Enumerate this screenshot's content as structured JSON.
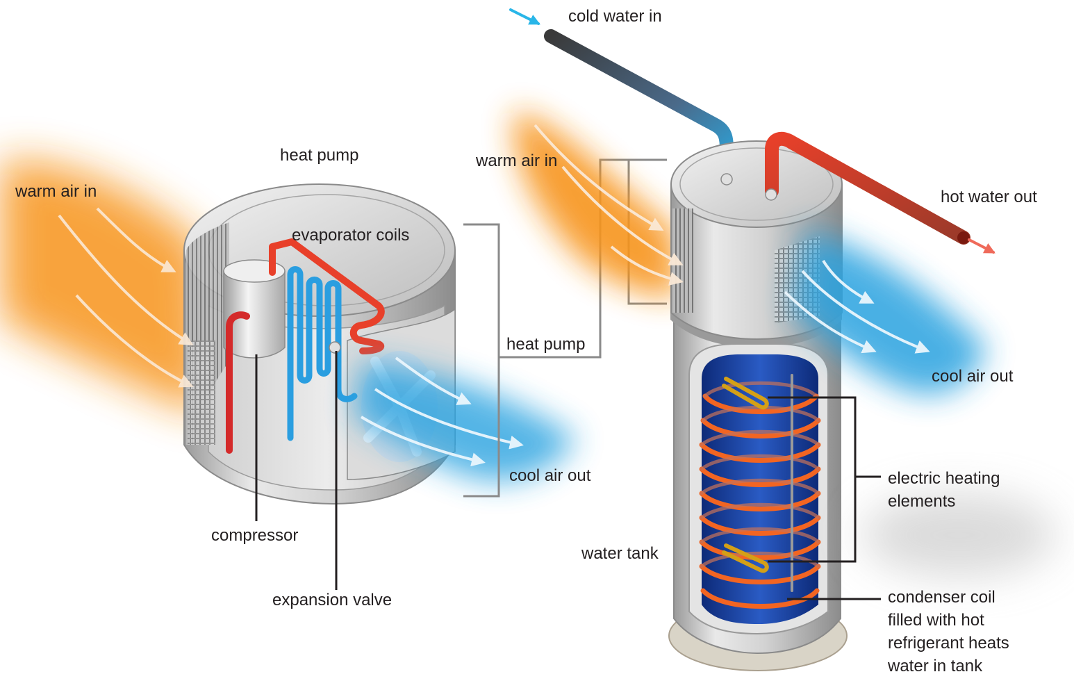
{
  "labels": {
    "heat_pump_title": "heat pump",
    "warm_air_in_left": "warm air in",
    "evaporator_coils": "evaporator coils",
    "heat_pump_bracket": "heat pump",
    "cool_air_out_left": "cool air out",
    "compressor": "compressor",
    "expansion_valve": "expansion valve",
    "cold_water_in": "cold water in",
    "warm_air_in_right": "warm air in",
    "hot_water_out": "hot water out",
    "cool_air_out_right": "cool air out",
    "electric_heating_line1": "electric heating",
    "electric_heating_line2": "elements",
    "water_tank": "water tank",
    "condenser_line1": "condenser coil",
    "condenser_line2": "filled with hot",
    "condenser_line3": "refrigerant heats",
    "condenser_line4": "water in tank"
  },
  "colors": {
    "warm_air": "#f7941d",
    "cool_air": "#29a3e0",
    "hot_pipe": "#e8402a",
    "cold_pipe": "#2aa8e0",
    "metal": "#c9c9c9",
    "tank_inner": "#1b3f9a",
    "coil": "#f26522",
    "leader": "#231f20"
  }
}
